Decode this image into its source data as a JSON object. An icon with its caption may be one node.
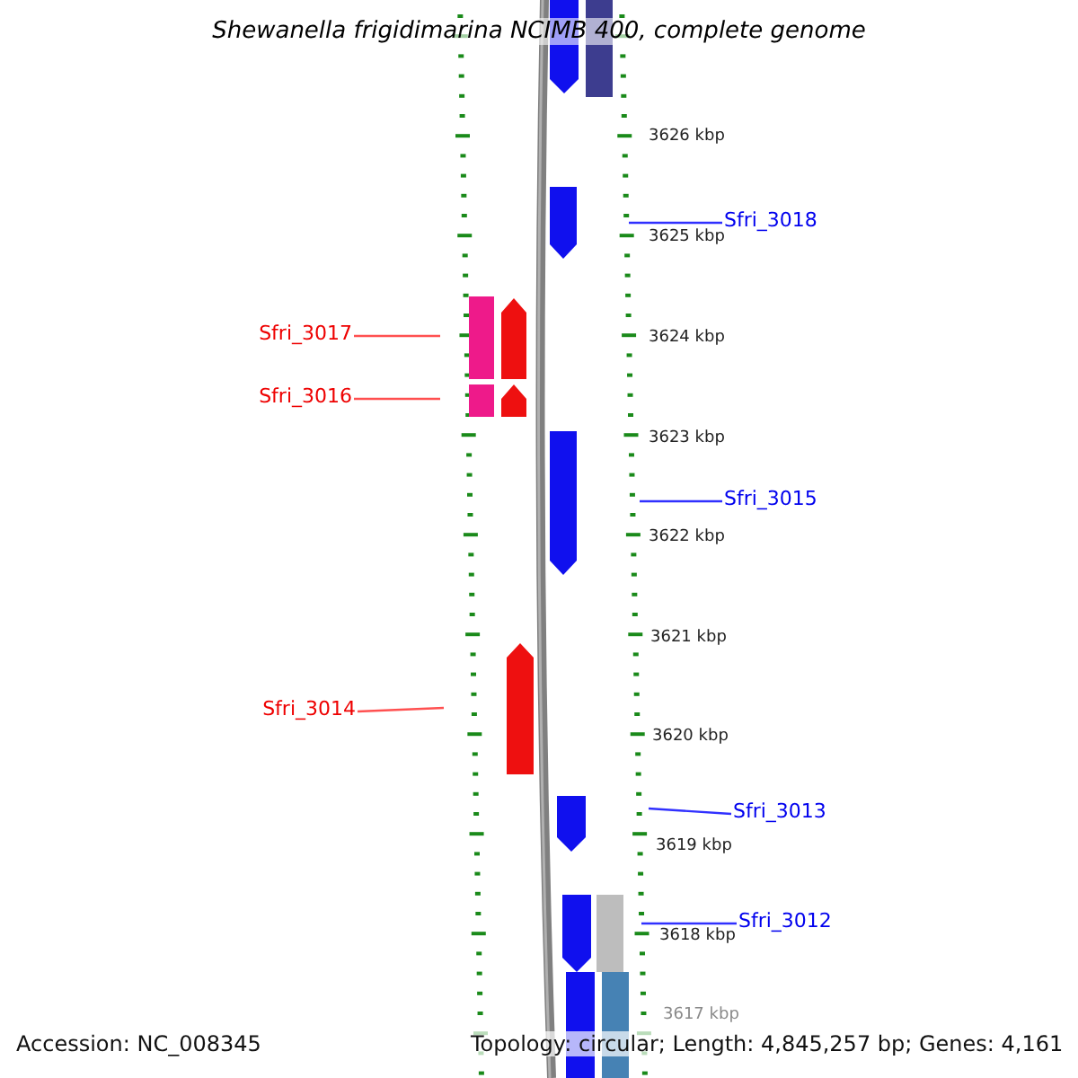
{
  "diagram": {
    "title": "Shewanella frigidimarina NCIMB 400, complete genome",
    "nodes": [
      {
        "text": [
          "Sfri_3018"
        ]
      },
      {
        "text": [
          "Sfri_3017"
        ]
      },
      {
        "text": [
          "Sfri_3016"
        ]
      },
      {
        "text": [
          "Sfri_3015"
        ]
      },
      {
        "text": [
          "Sfri_3014"
        ]
      },
      {
        "text": [
          "Sfri_3013"
        ]
      },
      {
        "text": [
          "Sfri_3012"
        ]
      }
    ],
    "edges": [
      {
        "from": 0,
        "to": null,
        "arrow": "none"
      },
      {
        "from": 1,
        "to": null,
        "arrow": "none",
        "color": "#ff5050"
      },
      {
        "from": 2,
        "to": null,
        "arrow": "none",
        "color": "#ff5050"
      },
      {
        "from": 3,
        "to": null,
        "arrow": "none"
      },
      {
        "from": 4,
        "to": null,
        "arrow": "none",
        "color": "#ff5050"
      },
      {
        "from": 5,
        "to": null,
        "arrow": "none"
      },
      {
        "from": 6,
        "to": null,
        "arrow": "none"
      }
    ],
    "labels": [
      "3626 kbp",
      "3625 kbp",
      "3624 kbp",
      "3623 kbp",
      "3622 kbp",
      "3621 kbp",
      "3620 kbp",
      "3619 kbp",
      "3618 kbp",
      "3617 kbp",
      "Accession: NC_008345",
      "Topology: circular; Length: 4,845,257 bp; Genes: 4,161"
    ]
  }
}
